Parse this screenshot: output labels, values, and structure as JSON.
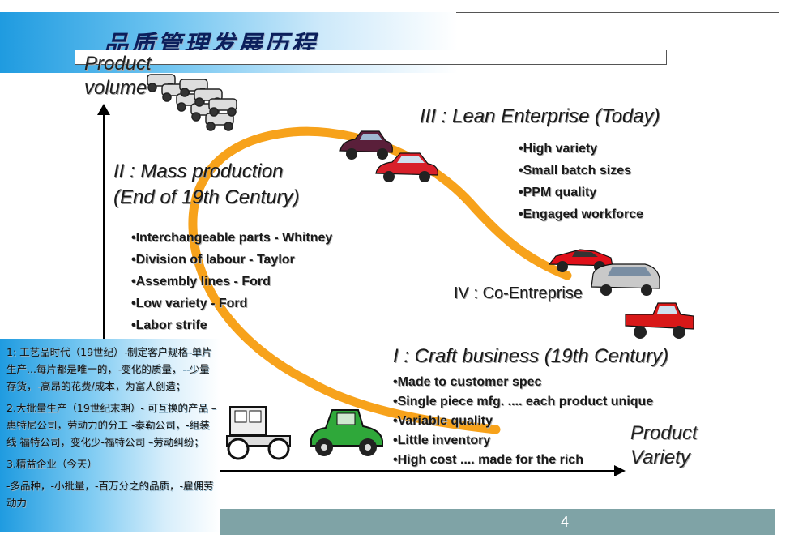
{
  "slide": {
    "title": "品质管理发展历程",
    "page_number": "4"
  },
  "axes": {
    "y_label_line1": "Product",
    "y_label_line2": "volume",
    "x_label_line1": "Product",
    "x_label_line2": "Variety"
  },
  "phases": {
    "mass": {
      "title_line1": "II : Mass  production",
      "title_line2": "(End of 19th Century)",
      "bullets": [
        "•Interchangeable parts - Whitney",
        "•Division of labour - Taylor",
        "•Assembly lines - Ford",
        "•Low variety - Ford",
        "•Labor strife"
      ]
    },
    "lean": {
      "title": "III : Lean  Enterprise (Today)",
      "bullets": [
        "•High variety",
        "•Small batch sizes",
        "•PPM quality",
        "•Engaged workforce"
      ]
    },
    "co": {
      "title": "IV : Co-Entreprise"
    },
    "craft": {
      "title": "I : Craft business (19th Century)",
      "bullets": [
        "•Made to customer spec",
        "•Single piece mfg. .... each product unique",
        "•Variable quality",
        "•Little inventory",
        "•High cost .... made for the rich"
      ]
    }
  },
  "notes": {
    "p1": "1: 工艺品时代（19世纪）-制定客户规格-单片生产...每片都是唯一的，-变化的质量，--少量存货，-高昂的花费/成本，为富人创造；",
    "p2": "2.大批量生产（19世纪末期）- 可互换的产品 –惠特尼公司，劳动力的分工 -泰勒公司，-组装线 福特公司，变化少-福特公司 –劳动纠纷；",
    "p3": "3.精益企业（今天）",
    "p4": "-多品种，-小批量，-百万分之的品质，-雇佣劳动力"
  },
  "colors": {
    "curve": "#f7a21b",
    "title_band": "#1f9be0",
    "footer_bar": "#7fa3a6"
  },
  "icons": {
    "mass_cars": "car-fleet-icon",
    "lean_cars": "sedan-icon",
    "co_cars": "sports-car-icon",
    "craft_cars": "vintage-car-icon"
  }
}
